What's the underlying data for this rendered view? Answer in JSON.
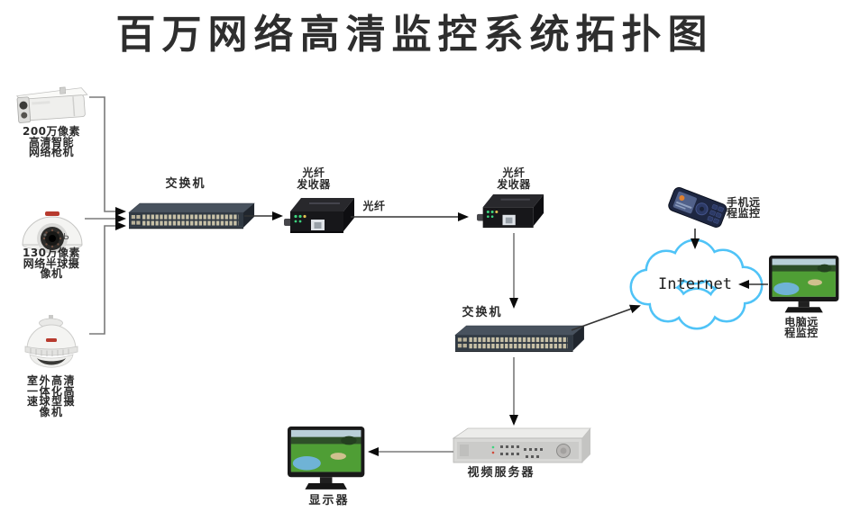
{
  "title": "百万网络高清监控系统拓扑图",
  "nodes": {
    "bullet_camera": {
      "label": "200万像素\n高清智能\n网络枪机"
    },
    "dome_camera": {
      "label": "130万像素\n网络半球摄\n像机"
    },
    "ptz_camera": {
      "label": "室外高清\n一体化高\n速球型摄\n像机"
    },
    "switch_front": {
      "label": "交换机"
    },
    "fiber_transceiver_a": {
      "label": "光纤\n发收器"
    },
    "fiber_transceiver_b": {
      "label": "光纤\n发收器"
    },
    "switch_back": {
      "label": "交换机"
    },
    "internet_cloud": {
      "label": "Internet"
    },
    "mobile_phone": {
      "label": "手机远\n程监控"
    },
    "remote_pc": {
      "label": "电脑远\n程监控"
    },
    "video_server": {
      "label": "视频服务器"
    },
    "display_monitor": {
      "label": "显示器"
    }
  },
  "links": {
    "fiber_label": "光纤"
  },
  "artifacts": {
    "stray_mark": "Ь"
  },
  "colors": {
    "cloud_outline": "#4fc3f7",
    "line_gray": "#7a7a7a",
    "line_dark": "#333333",
    "arrowhead": "#0b0b0b",
    "text": "#2b2b2b"
  }
}
